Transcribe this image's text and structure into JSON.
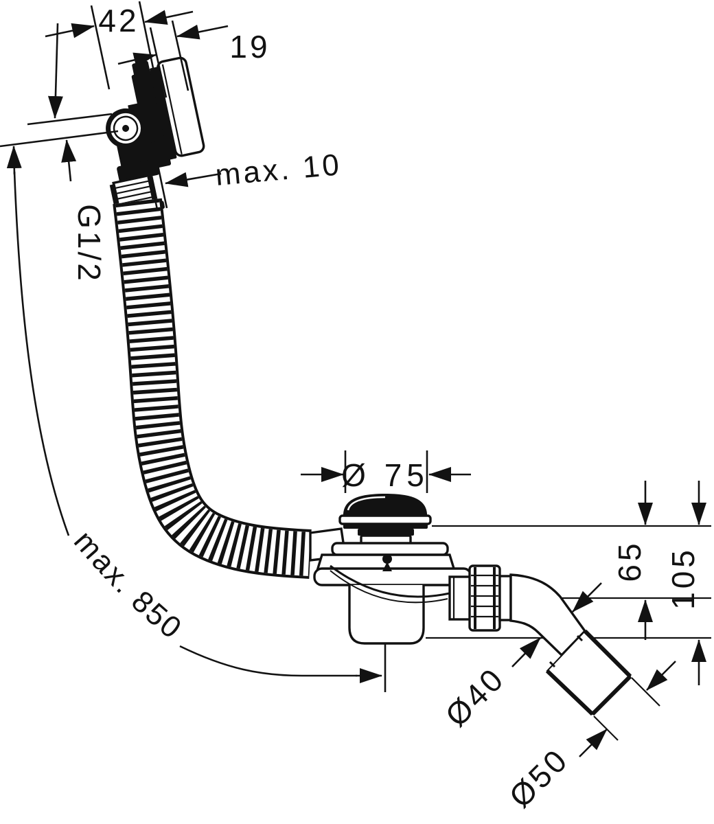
{
  "drawing": {
    "type": "technical-dimension-drawing",
    "subject": "bath-waste-overflow-set-with-flexible-hose",
    "colors": {
      "ink": "#121212",
      "background": "#ffffff"
    },
    "dimensions": {
      "overflow_width": "42",
      "escutcheon_depth": "19",
      "wall_gap": "max. 10",
      "thread": "G1/2",
      "hose_length": "max. 850",
      "plug_diameter": "Ø 75",
      "outlet_center_height": "65",
      "trap_depth": "105",
      "pipe_diameter": "Ø40",
      "outlet_diameter": "Ø50"
    }
  }
}
